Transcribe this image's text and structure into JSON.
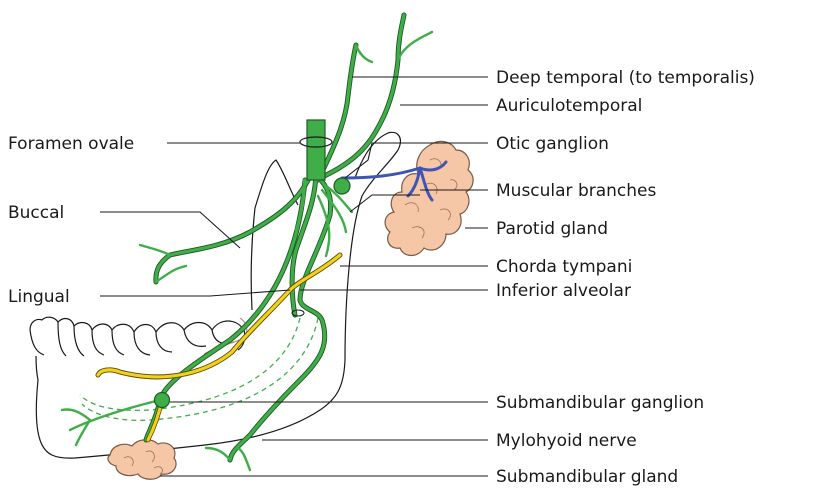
{
  "labels": {
    "foramen_ovale": "Foramen ovale",
    "buccal": "Buccal",
    "lingual": "Lingual",
    "deep_temporal": "Deep temporal (to temporalis)",
    "auriculotemporal": "Auriculotemporal",
    "otic_ganglion": "Otic ganglion",
    "muscular_branches": "Muscular branches",
    "parotid_gland": "Parotid gland",
    "chorda_tympani": "Chorda tympani",
    "inferior_alveolar": "Inferior alveolar",
    "submandibular_ganglion": "Submandibular ganglion",
    "mylohyoid_nerve": "Mylohyoid nerve",
    "submandibular_gland": "Submandibular gland"
  },
  "colors": {
    "nerve_green": "#3fae49",
    "nerve_green_outline": "#1e5a24",
    "chorda_yellow": "#f2d11c",
    "chorda_outline": "#5a4a05",
    "muscular_blue": "#3f55b3",
    "gland_fill": "#f6c7a6",
    "gland_outline": "#7a5a48",
    "line": "#1a1a1a"
  }
}
